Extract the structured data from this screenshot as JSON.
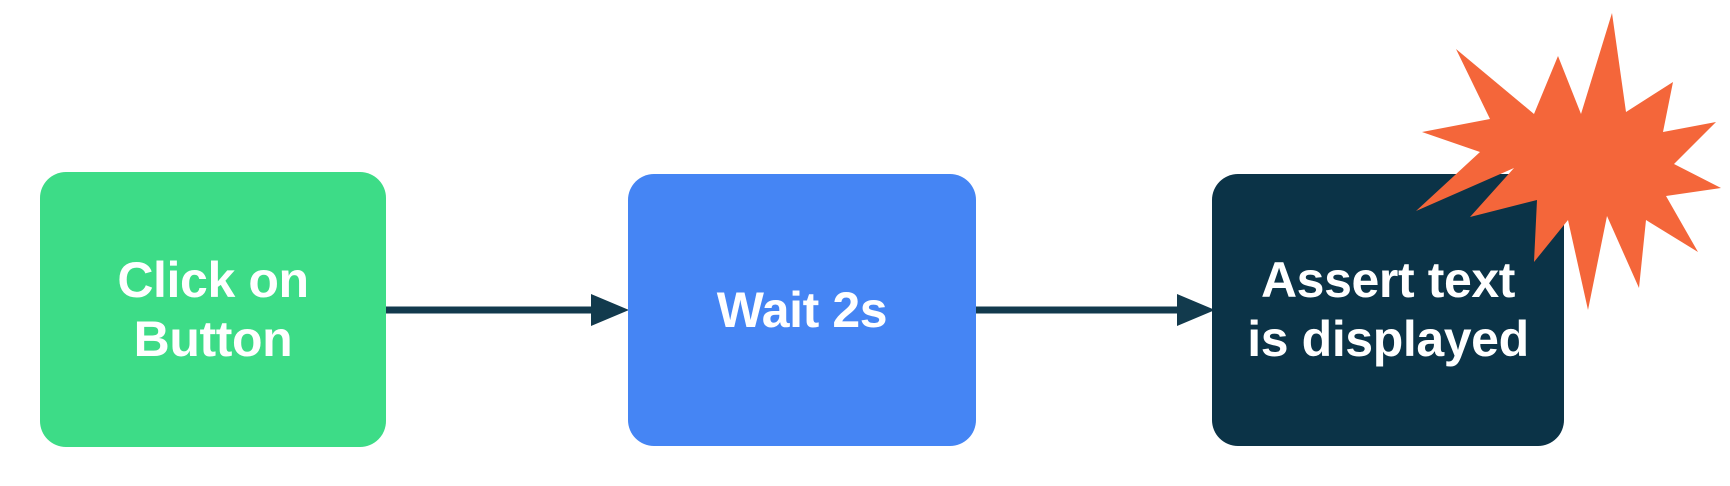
{
  "diagram": {
    "type": "flowchart",
    "orientation": "horizontal",
    "background_color": "#ffffff",
    "title": "",
    "nodes": [
      {
        "id": "click-on-button",
        "label": "Click on\nButton",
        "shape": "rounded-rectangle",
        "fill_color": "#3ddc87",
        "text_color": "#ffffff"
      },
      {
        "id": "wait-2s",
        "label": "Wait 2s",
        "shape": "rounded-rectangle",
        "fill_color": "#4585f4",
        "text_color": "#ffffff"
      },
      {
        "id": "assert-text-is-displayed",
        "label": "Assert text\nis displayed",
        "shape": "rounded-rectangle",
        "fill_color": "#0b3347",
        "text_color": "#ffffff"
      }
    ],
    "edges": [
      {
        "id": "edge-1",
        "from": "click-on-button",
        "to": "wait-2s",
        "label": "",
        "color": "#123a4d",
        "arrowhead": "filled-triangle"
      },
      {
        "id": "edge-2",
        "from": "wait-2s",
        "to": "assert-text-is-displayed",
        "label": "",
        "color": "#123a4d",
        "arrowhead": "filled-triangle"
      }
    ],
    "annotations": [
      {
        "id": "failure-burst",
        "icon": "starburst-icon",
        "label": "",
        "fill_color": "#f4663a",
        "attached_to": "assert-text-is-displayed"
      }
    ]
  }
}
